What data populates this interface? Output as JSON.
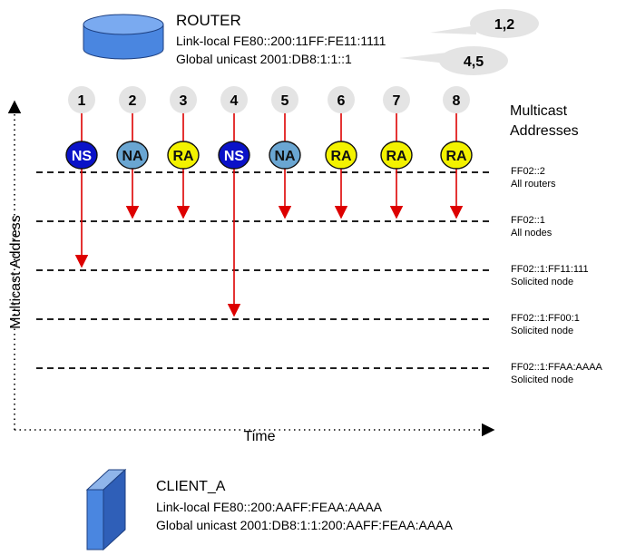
{
  "router": {
    "name": "ROUTER",
    "link_local": "Link-local FE80::200:11FF:FE11:1111",
    "global_unicast": "Global unicast 2001:DB8:1:1::1",
    "callouts": [
      "1,2",
      "4,5"
    ]
  },
  "client": {
    "name": "CLIENT_A",
    "link_local": "Link-local FE80::200:AAFF:FEAA:AAAA",
    "global_unicast": "Global unicast 2001:DB8:1:1:200:AAFF:FEAA:AAAA"
  },
  "axes": {
    "y_label": "Multicast Address",
    "x_label": "Time"
  },
  "legend": {
    "title_line1": "Multicast",
    "title_line2": "Addresses"
  },
  "addresses": [
    {
      "address": "FF02::2",
      "desc": "All routers"
    },
    {
      "address": "FF02::1",
      "desc": "All nodes"
    },
    {
      "address": "FF02::1:FF11:111",
      "desc": "Solicited node"
    },
    {
      "address": "FF02::1:FF00:1",
      "desc": "Solicited node"
    },
    {
      "address": "FF02::1:FFAA:AAAA",
      "desc": "Solicited node"
    }
  ],
  "messages": [
    {
      "step": "1",
      "type": "NS",
      "target": 2
    },
    {
      "step": "2",
      "type": "NA",
      "target": 1
    },
    {
      "step": "3",
      "type": "RA",
      "target": 1
    },
    {
      "step": "4",
      "type": "NS",
      "target": 3
    },
    {
      "step": "5",
      "type": "NA",
      "target": 1
    },
    {
      "step": "6",
      "type": "RA",
      "target": 1
    },
    {
      "step": "7",
      "type": "RA",
      "target": 1
    },
    {
      "step": "8",
      "type": "RA",
      "target": 1
    }
  ],
  "colors": {
    "NS": "#0a12c8",
    "NA": "#6aa6d2",
    "RA": "#f3f200",
    "arrow": "#dd0000",
    "device": "#4a86e0",
    "badge": "#e4e4e4"
  }
}
